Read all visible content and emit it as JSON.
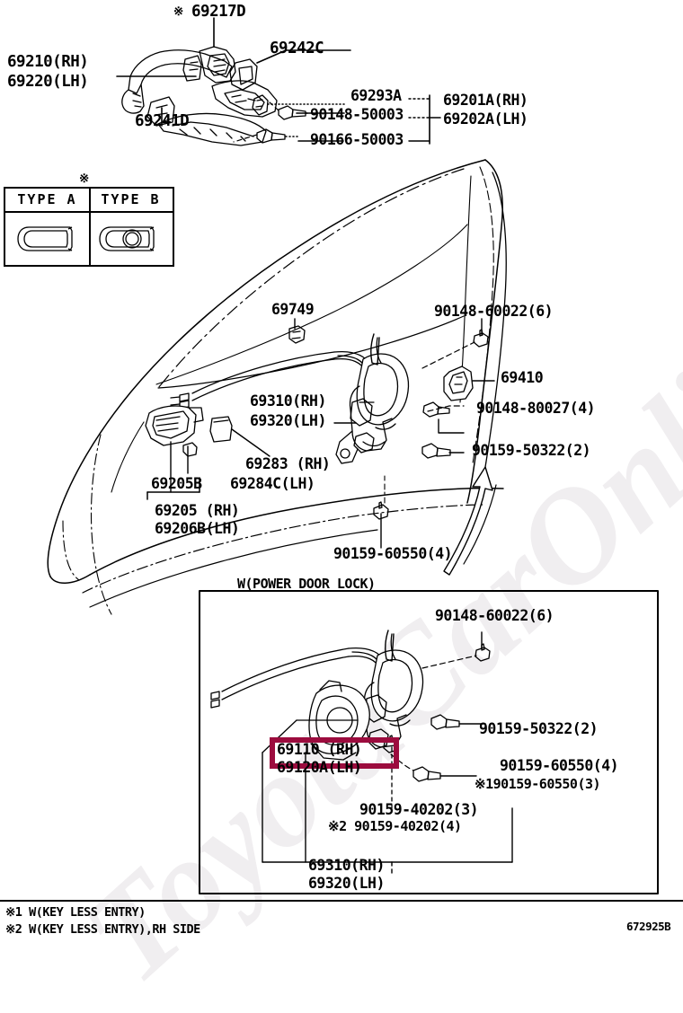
{
  "diagram": {
    "title": "Toyota front door lock & handle parts diagram",
    "sheet_code": "672925B",
    "watermark": "ToyotaCarOnline.ru",
    "highlight_color": "#9c0c3e"
  },
  "type_table": {
    "asterisk": "※",
    "columns": [
      "TYPE A",
      "TYPE B"
    ],
    "cells": [
      "handle-cover-plain-icon",
      "handle-cover-keyhole-icon"
    ]
  },
  "top_assembly": {
    "asterisk": "※",
    "part_69217d": "69217D",
    "part_69242c": "69242C",
    "part_69210_rh": "69210(RH)",
    "part_69220_lh": "69220(LH)",
    "part_69241d": "69241D",
    "part_69293a": "69293A",
    "part_90148_50003": "90148-50003",
    "part_90166_50003": "90166-50003",
    "part_69201a_rh": "69201A(RH)",
    "part_69202a_lh": "69202A(LH)"
  },
  "main_view": {
    "part_69749": "69749",
    "part_90148_60022": "90148-60022(6)",
    "part_69410": "69410",
    "part_90148_80027": "90148-80027(4)",
    "part_90159_50322": "90159-50322(2)",
    "part_69310_rh": "69310(RH)",
    "part_69320_lh": "69320(LH)",
    "part_69283_rh": "69283 (RH)",
    "part_69284c_lh": "69284C(LH)",
    "part_69205b": "69205B",
    "part_69205_rh": "69205 (RH)",
    "part_69206b_lh": "69206B(LH)",
    "part_90159_60550": "90159-60550(4)"
  },
  "inset": {
    "caption": "W(POWER DOOR LOCK)",
    "part_90148_60022": "90148-60022(6)",
    "part_90159_50322": "90159-50322(2)",
    "part_69110_rh": "69110 (RH)",
    "part_69120a_lh": "69120A(LH)",
    "part_90159_60550": "90159-60550(4)",
    "part_90159_60550_note1": "※190159-60550(3)",
    "part_90159_40202": "90159-40202(3)",
    "part_90159_40202_note2": "※2 90159-40202(4)",
    "part_69310_rh": "69310(RH)",
    "part_69320_lh": "69320(LH)"
  },
  "footnotes": [
    "※1 W(KEY LESS ENTRY)",
    "※2 W(KEY LESS ENTRY),RH SIDE"
  ]
}
